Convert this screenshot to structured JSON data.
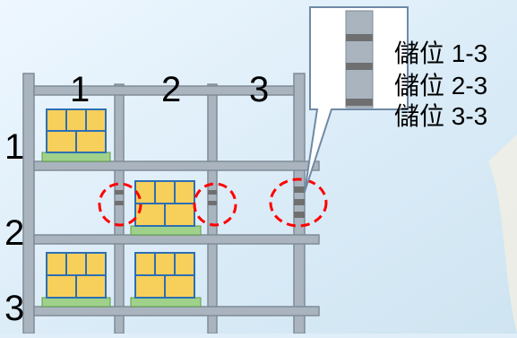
{
  "background_color": "#dfeef8",
  "rack": {
    "column_labels": [
      "1",
      "2",
      "3"
    ],
    "row_labels": [
      "1",
      "2",
      "3"
    ],
    "frame_color": "#a9b4bf",
    "frame_stroke": "#7f8c97",
    "box_color": "#f7cf5b",
    "box_stroke": "#2c6fb4",
    "pallet_color": "#9fd18b",
    "marker_color": "#6f6f6f",
    "highlight_color": "#ff0000"
  },
  "callout": {
    "slots": [
      "儲位 1-3",
      "儲位 2-3",
      "儲位 3-3"
    ]
  }
}
